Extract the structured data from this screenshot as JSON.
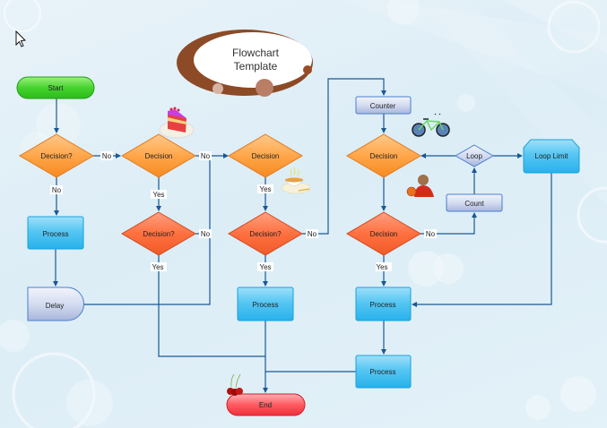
{
  "title": {
    "line1": "Flowchart",
    "line2": "Template"
  },
  "nodes": {
    "start": "Start",
    "decision_1": "Decision?",
    "decision_2": "Decision",
    "decision_3": "Decision",
    "decision_4": "Decision",
    "counter": "Counter",
    "loop": "Loop",
    "loop_limit": "Loop Limit",
    "count": "Count",
    "process_1": "Process",
    "decision_5": "Decision?",
    "decision_6": "Decision?",
    "decision_7": "Decision",
    "delay": "Delay",
    "process_2": "Process",
    "process_3": "Process",
    "process_4": "Process",
    "end": "End"
  },
  "edge_labels": {
    "d1_right": "No",
    "d1_down": "No",
    "d2_right": "No",
    "d2_down": "Yes",
    "d3_down": "Yes",
    "d5_right": "No",
    "d5_down": "Yes",
    "d6_right": "No",
    "d6_down": "Yes",
    "d7_right": "No",
    "d7_down": "Yes"
  },
  "decorations": [
    "cake-icon",
    "teacup-icon",
    "bicycle-icon",
    "basketball-player-icon",
    "cherries-icon",
    "mouse-cursor-icon"
  ]
}
